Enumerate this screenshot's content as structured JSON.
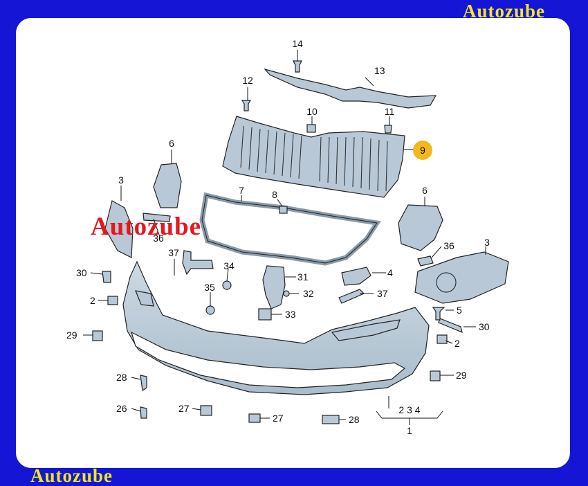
{
  "brand": {
    "top": "Autozube",
    "bottom": "Autozube",
    "watermark": "Autozube"
  },
  "colors": {
    "frame": "#1515d6",
    "brand_text": "#f2e81a",
    "watermark": "#e8161e",
    "part_fill": "#b8c8d6",
    "highlight": "#f4b81c"
  },
  "labels": {
    "p14": "14",
    "p13": "13",
    "p12": "12",
    "p10": "10",
    "p11": "11",
    "p9": "9",
    "p6_left": "6",
    "p6_right": "6",
    "p3_left": "3",
    "p3_right": "3",
    "p7": "7",
    "p8": "8",
    "p36_left": "36",
    "p36_right": "36",
    "p37_left": "37",
    "p37_right": "37",
    "p34": "34",
    "p31": "31",
    "p4": "4",
    "p30_left": "30",
    "p30_right": "30",
    "p35": "35",
    "p32": "32",
    "p2_left": "2",
    "p2_right": "2",
    "p33": "33",
    "p5": "5",
    "p29_left": "29",
    "p29_right": "29",
    "p28_left": "28",
    "p28_right": "28",
    "p26": "26",
    "p27_top": "27",
    "p27_bottom": "27",
    "group": "2 3 4",
    "p1": "1"
  }
}
